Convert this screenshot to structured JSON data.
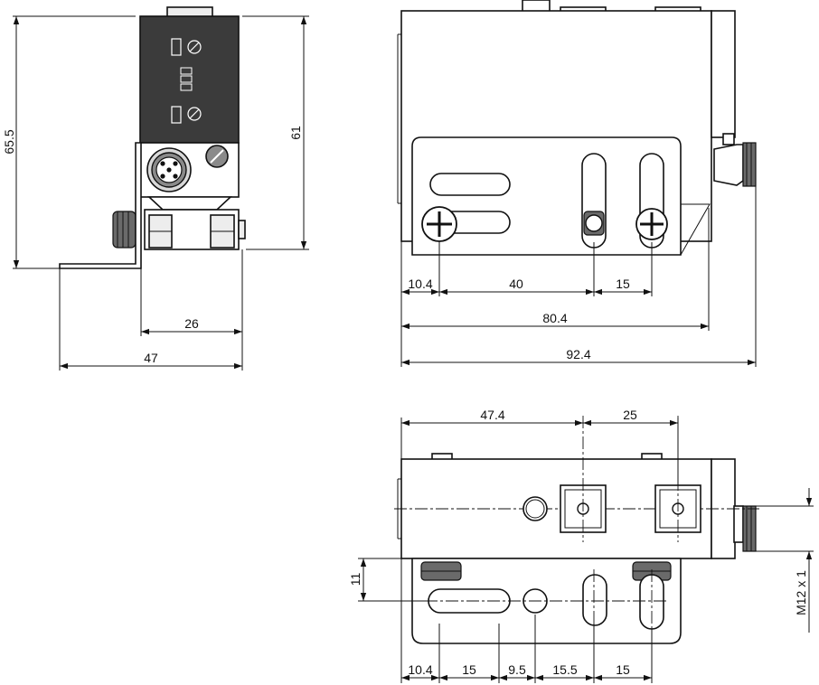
{
  "figure": {
    "front_view": {
      "dim_total_height": "65.5",
      "dim_body_height": "61",
      "dim_body_width": "26",
      "dim_bracket_width": "47"
    },
    "side_view": {
      "dim_a": "10.4",
      "dim_b": "40",
      "dim_c": "15",
      "dim_d": "80.4",
      "dim_e": "92.4"
    },
    "top_view": {
      "dim_f": "47.4",
      "dim_g": "25",
      "dim_h": "11",
      "dim_thread": "M12 x 1",
      "dim_i": "10.4",
      "dim_j": "15",
      "dim_k": "9.5",
      "dim_l": "15.5",
      "dim_m": "15"
    }
  }
}
